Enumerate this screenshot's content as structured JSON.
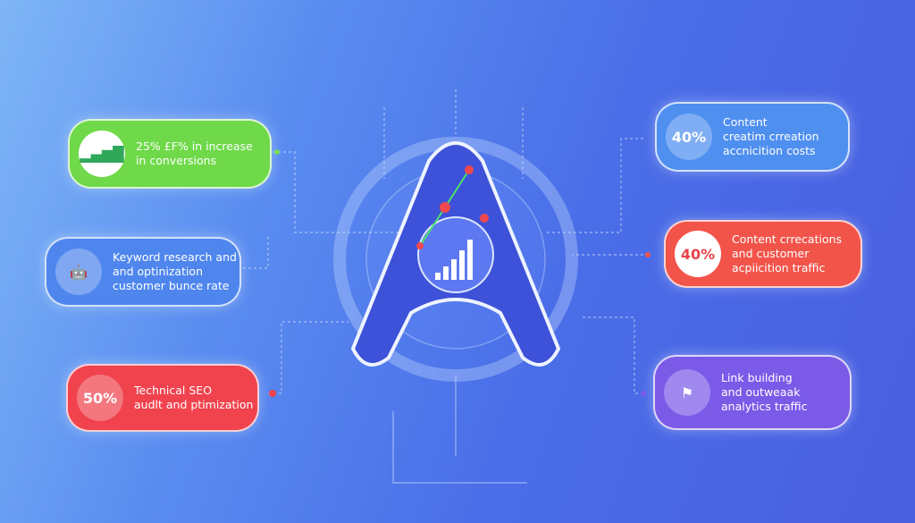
{
  "cards": [
    {
      "id": "conversions",
      "badge_icon": "bar-chart-icon",
      "lines": [
        "25% £F% in increase",
        "in conversions"
      ],
      "color": "#6fd94a"
    },
    {
      "id": "keyword",
      "badge_icon": "robot-icon",
      "lines": [
        "Keyword research and",
        "and optinization",
        "customer bunce rate"
      ],
      "color": "#4f86ee"
    },
    {
      "id": "technical",
      "badge": "50%",
      "lines": [
        "Technical SEO",
        "audlt and ptimization"
      ],
      "color": "#f0434e"
    },
    {
      "id": "content-costs",
      "badge": "40%",
      "lines": [
        "Content",
        "creatim crreation",
        "accnicition costs"
      ],
      "color": "#4f8ff0"
    },
    {
      "id": "content-traffic",
      "badge": "40%",
      "lines": [
        "Content crrecations",
        "and customer",
        "acpiicition traffic"
      ],
      "color": "#f2544a"
    },
    {
      "id": "link-building",
      "badge_icon": "link-building-icon",
      "lines": [
        "Link building",
        "and outweaak",
        "analytics traffic"
      ],
      "color": "#7b5ae8"
    }
  ]
}
